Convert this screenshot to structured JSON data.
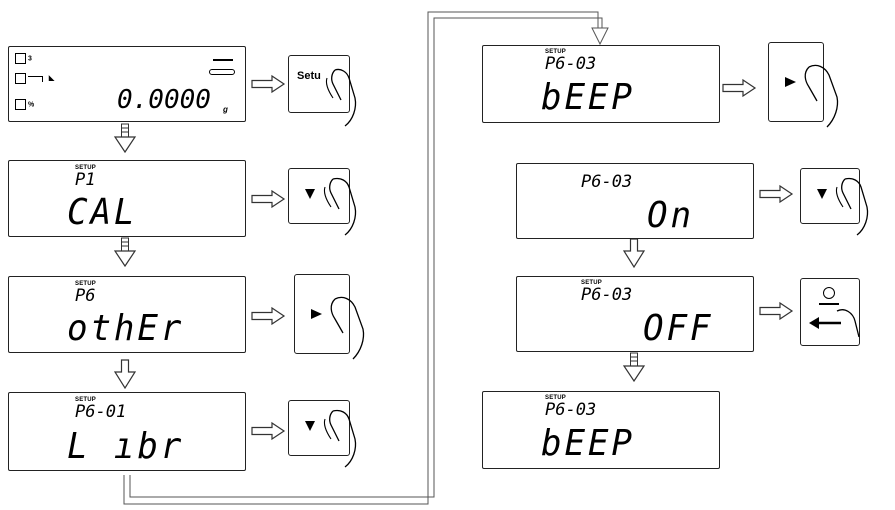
{
  "home_display": {
    "reading": "0.0000",
    "unit": "g",
    "ind_top": "3",
    "ind_bottom": "%"
  },
  "setup_label": "SETUP",
  "displays": {
    "p1": {
      "code": "P1",
      "main": "CAL"
    },
    "p6": {
      "code": "P6",
      "main": "othEr"
    },
    "p6_01": {
      "code": "P6-01",
      "main": "L ıbr"
    },
    "p6_03_a": {
      "code": "P6-03",
      "main": "bEEP"
    },
    "p6_03_on": {
      "code": "P6-03",
      "main": "On"
    },
    "p6_03_off": {
      "code": "P6-03",
      "main": "OFF"
    },
    "p6_03_b": {
      "code": "P6-03",
      "main": "bEEP"
    }
  },
  "keys": {
    "setup": {
      "label": "Setu",
      "icon": "hand-press-icon"
    },
    "down": {
      "icon": "down-triangle-icon"
    },
    "right": {
      "icon": "right-triangle-icon"
    },
    "enter": {
      "icon": "enter-icon"
    }
  }
}
